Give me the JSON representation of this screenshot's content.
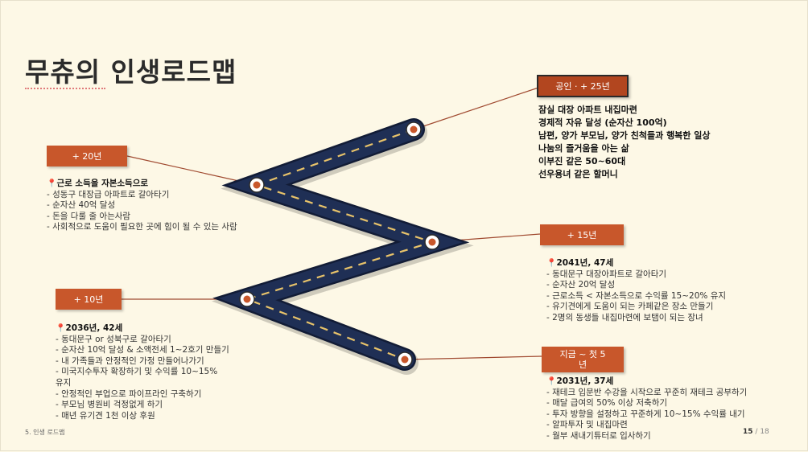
{
  "title": "무츄의 인생로드맵",
  "labels": {
    "top": "공인 · + 25년",
    "plus20": "+ 20년",
    "plus15": "+ 15년",
    "plus10": "+ 10년",
    "now": "지금 ~ 첫 5년"
  },
  "goal_lines": [
    "잠실 대장 아파트 내집마련",
    "경제적 자유 달성 (순자산 100억)",
    "남편, 양가 부모님, 양가 친척들과 행복한 일상",
    "나눔의 즐거움을 아는 삶",
    "이부진 같은 50~60대",
    "선우용녀 같은 할머니"
  ],
  "block20": {
    "head": "근로 소득을 자본소득으로",
    "items": [
      "- 성동구 대장급 아파트로 갈아타기",
      "- 순자산 40억 달성",
      "- 돈을 다룰 줄 아는사람",
      "- 사회적으로 도움이 필요한 곳에 힘이 될 수 있는 사람"
    ]
  },
  "block15": {
    "head": "2041년, 47세",
    "items": [
      "- 동대문구 대장아파트로 갈아타기",
      "- 순자산 20억 달성",
      "- 근로소득 < 자본소득으로 수익률 15~20% 유지",
      "- 유기견에게 도움이 되는 카페같은 장소 만들기",
      "- 2명의 동생들 내집마련에 보탬이 되는 장녀"
    ]
  },
  "block10": {
    "head": "2036년, 42세",
    "items": [
      "- 동대문구 or 성북구로 갈아타기",
      "- 순자산 10억 달성 & 소액전세 1~2호기 만들기",
      "- 내 가족들과 안정적인 가정 만들어나가기",
      "- 미국지수투자 확장하기 및 수익률 10~15%",
      "유지",
      "- 안정적인 부업으로 파이프라인 구축하기",
      "- 부모님 병원비 걱정없게 하기",
      "- 매년 유기견 1천 이상 후원"
    ]
  },
  "block_now": {
    "head": "2031년, 37세",
    "items": [
      "- 재테크 입문반 수강을 시작으로 꾸준히 재테크 공부하기",
      "- 매달 급여의 50% 이상 저축하기",
      "- 투자 방향을 설정하고 꾸준하게 10~15% 수익률 내기",
      "- 알파투자 및 내집마련",
      "- 월부 새내기튜터로 입사하기"
    ]
  },
  "footer": {
    "section": "5. 인생 로드맵",
    "page": "15",
    "total": "18"
  },
  "colors": {
    "background": "#fdf8e6",
    "label": "#c8572b",
    "road": "#1f2f55",
    "road_dash": "#e8c36a",
    "connector": "#a04a30"
  }
}
